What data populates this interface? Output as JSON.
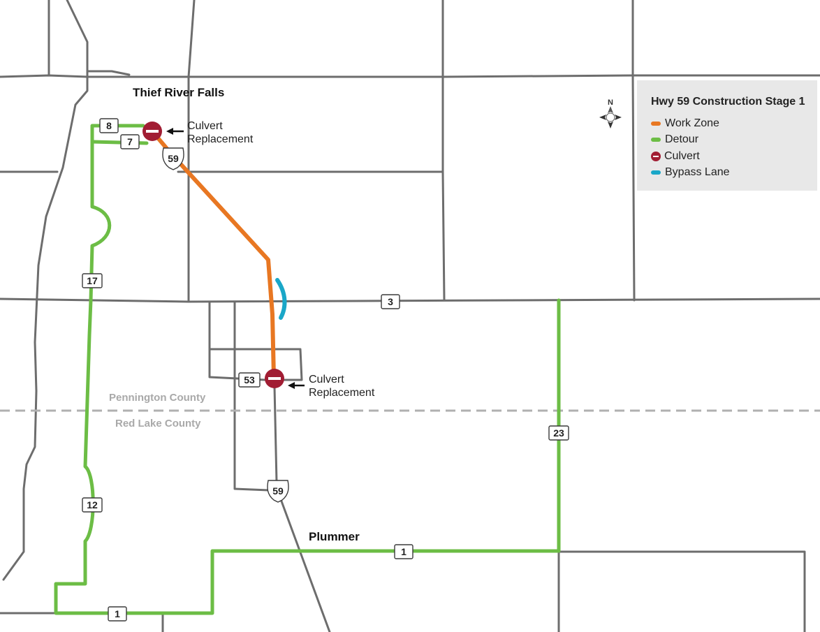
{
  "map": {
    "cities": {
      "north": "Thief River Falls",
      "south": "Plummer"
    },
    "counties": {
      "north": "Pennington County",
      "south": "Red Lake County"
    },
    "notes": {
      "culvert_north": [
        "Culvert",
        "Replacement"
      ],
      "culvert_south": [
        "Culvert",
        "Replacement"
      ]
    },
    "route_shields": {
      "r8": "8",
      "r7": "7",
      "r17": "17",
      "r3": "3",
      "r53": "53",
      "r23": "23",
      "r12": "12",
      "r1_east": "1",
      "r1_west": "1"
    },
    "us_shields": {
      "us59_north": "59",
      "us59_south": "59"
    },
    "compass": {
      "label": "N",
      "icon": "compass-rose-icon"
    }
  },
  "legend": {
    "title": "Hwy 59 Construction Stage 1",
    "items": [
      {
        "label": "Work Zone",
        "color": "#e87722",
        "icon": "orange-line-icon"
      },
      {
        "label": "Detour",
        "color": "#6cbd45",
        "icon": "green-line-icon"
      },
      {
        "label": "Culvert",
        "color": "#a11d33",
        "icon": "culvert-icon"
      },
      {
        "label": "Bypass Lane",
        "color": "#1aa7c8",
        "icon": "blue-line-icon"
      }
    ]
  },
  "colors": {
    "road": "#6d6d6d",
    "work_zone": "#e87722",
    "detour": "#6cbd45",
    "culvert": "#a11d33",
    "bypass": "#1aa7c8",
    "county_line": "#b0b0b0"
  }
}
